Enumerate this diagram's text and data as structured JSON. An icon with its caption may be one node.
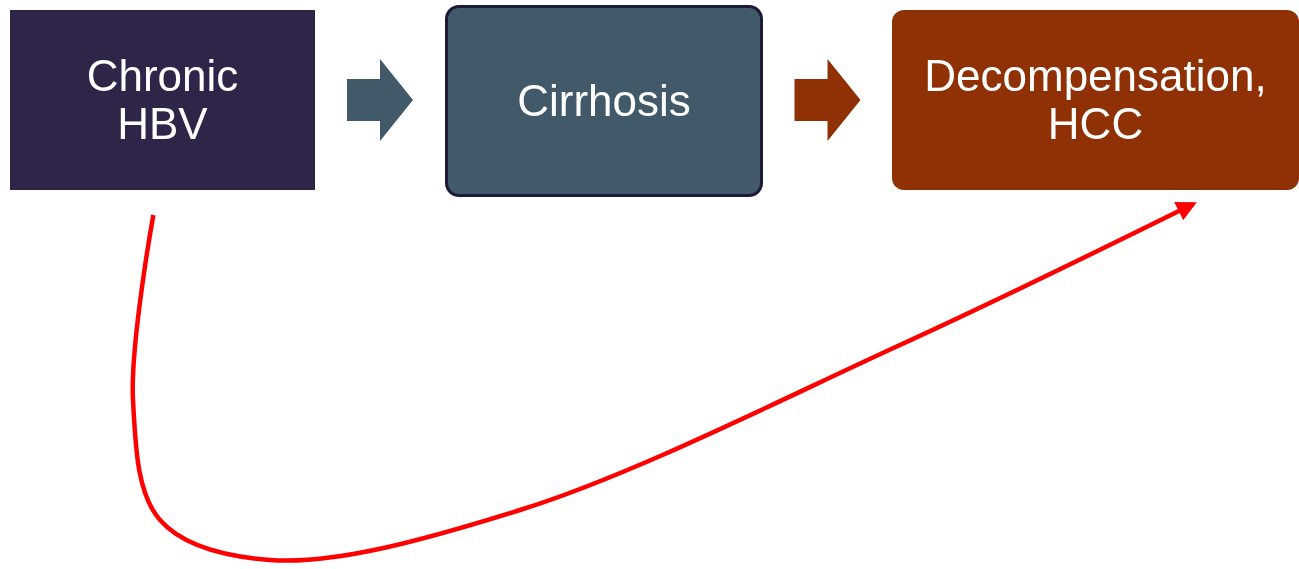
{
  "diagram": {
    "nodes": [
      {
        "text": [
          "Chronic HBV"
        ]
      },
      {
        "text": [
          "Cirrhosis"
        ]
      },
      {
        "text": [
          "Decompensation, HCC"
        ]
      }
    ],
    "edges": [
      {
        "from": 0,
        "to": 1,
        "arrow": "to",
        "style": "thick",
        "color": "#42596a"
      },
      {
        "from": 1,
        "to": 2,
        "arrow": "to",
        "style": "thick",
        "color": "#8f3104"
      },
      {
        "from": 0,
        "to": 2,
        "arrow": "to",
        "color": "#ff0000"
      }
    ]
  }
}
